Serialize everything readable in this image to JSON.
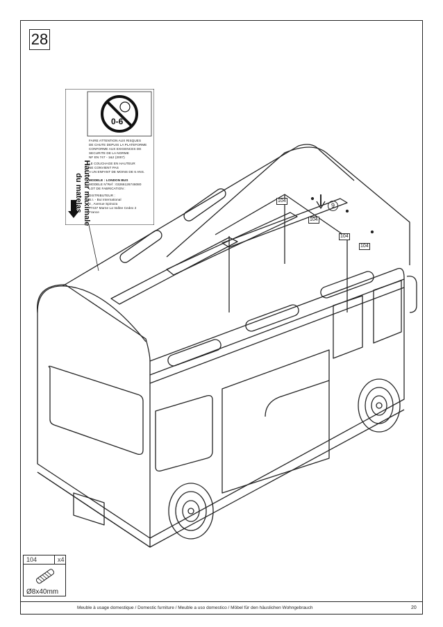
{
  "step": {
    "number": "28"
  },
  "label": {
    "age_icon_text": "0-6",
    "warning_lines": [
      "FAIRE ATTENTION AUX RISQUES",
      "DE CHUTE DEPUIS LA PLATEFORME",
      "CONFORME AUX EXIGENCES DE",
      "SECURITE DE LA NORME",
      "NF EN 747 - 1&2 (2007)"
    ],
    "warning2_lines": [
      "LE COUCHAGE EN HAUTEUR",
      "NE CONVIENT PAS",
      "A UN ENFANT DE MOINS DE 6 ANS."
    ],
    "model_line": "MODELE : LONDON BUS",
    "ref_line": "MODELE N°Ref : 03266126746080",
    "lot_line": "LOT DE FABRICATION :",
    "distrib_lines": [
      "DISTRIBUTEUR :",
      "B.I. - Bui International",
      "3 , Avenue Spinoza",
      "77437 Marne La Vallee Cedex 2",
      "France"
    ],
    "max_height_line1": "Hauteur maximale",
    "max_height_line2": "du matelas"
  },
  "callouts": {
    "part_tag": "104",
    "screw_step": "9"
  },
  "parts": {
    "id": "104",
    "qty": "x4",
    "dimension": "Ø8x40mm"
  },
  "footer": {
    "text": "Meuble à usage domestique / Domestic furniture / Meuble a uso domestico / Möbel für den häuslichen Wohngebrauch",
    "page": "20"
  }
}
